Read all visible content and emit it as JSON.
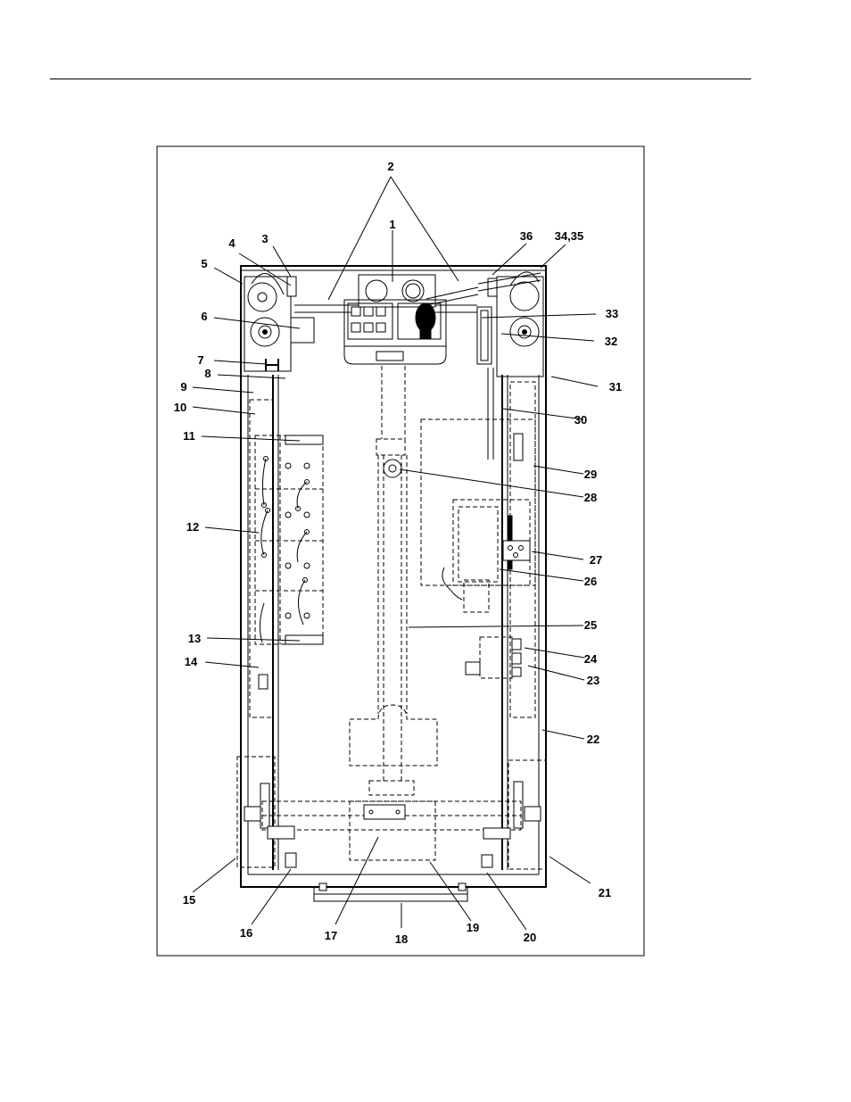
{
  "figure": {
    "callouts": [
      {
        "id": "c1",
        "text": "1"
      },
      {
        "id": "c2",
        "text": "2"
      },
      {
        "id": "c3",
        "text": "3"
      },
      {
        "id": "c4",
        "text": "4"
      },
      {
        "id": "c5",
        "text": "5"
      },
      {
        "id": "c6",
        "text": "6"
      },
      {
        "id": "c7",
        "text": "7"
      },
      {
        "id": "c8",
        "text": "8"
      },
      {
        "id": "c9",
        "text": "9"
      },
      {
        "id": "c10",
        "text": "10"
      },
      {
        "id": "c11",
        "text": "11"
      },
      {
        "id": "c12",
        "text": "12"
      },
      {
        "id": "c13",
        "text": "13"
      },
      {
        "id": "c14",
        "text": "14"
      },
      {
        "id": "c15",
        "text": "15"
      },
      {
        "id": "c16",
        "text": "16"
      },
      {
        "id": "c17",
        "text": "17"
      },
      {
        "id": "c18",
        "text": "18"
      },
      {
        "id": "c19",
        "text": "19"
      },
      {
        "id": "c20",
        "text": "20"
      },
      {
        "id": "c21",
        "text": "21"
      },
      {
        "id": "c22",
        "text": "22"
      },
      {
        "id": "c23",
        "text": "23"
      },
      {
        "id": "c24",
        "text": "24"
      },
      {
        "id": "c25",
        "text": "25"
      },
      {
        "id": "c26",
        "text": "26"
      },
      {
        "id": "c27",
        "text": "27"
      },
      {
        "id": "c28",
        "text": "28"
      },
      {
        "id": "c29",
        "text": "29"
      },
      {
        "id": "c30",
        "text": "30"
      },
      {
        "id": "c31",
        "text": "31"
      },
      {
        "id": "c32",
        "text": "32"
      },
      {
        "id": "c33",
        "text": "33"
      },
      {
        "id": "c34_35",
        "text": "34,35"
      },
      {
        "id": "c36",
        "text": "36"
      }
    ]
  }
}
